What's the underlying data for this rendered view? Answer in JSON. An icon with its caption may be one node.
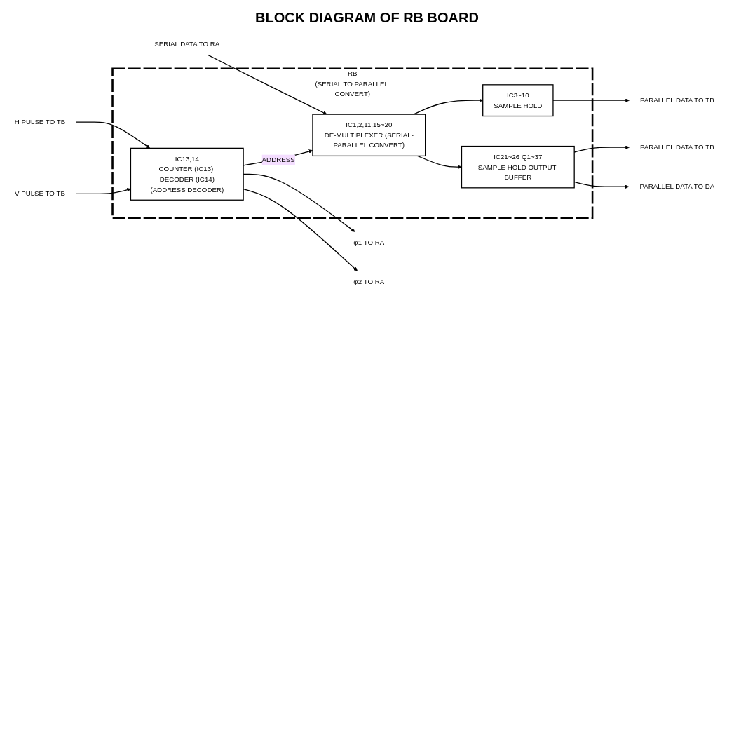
{
  "diagram": {
    "title": "BLOCK DIAGRAM OF RB BOARD",
    "nodes": [
      {
        "text": [
          "RB",
          "(SERIAL TO PARALLEL CONVERT)"
        ]
      },
      {
        "text": [
          "IC1,2,11,15~20",
          "DE-MULTIPLEXER (SERIAL-PARALLEL CONVERT)"
        ],
        "in": 0
      },
      {
        "text": [
          "IC3~10",
          "SAMPLE HOLD"
        ],
        "in": 0
      },
      {
        "text": [
          "IC21~26 Q1~37",
          "SAMPLE HOLD OUTPUT BUFFER"
        ],
        "in": 0
      },
      {
        "text": [
          "IC13,14",
          "COUNTER (IC13) DECODER (IC14)",
          "(ADDRESS DECODER)"
        ],
        "in": 0
      },
      {
        "text": [
          "SERIAL DATA TO RA"
        ]
      },
      {
        "text": [
          "PARALLEL DATA TO TB"
        ]
      },
      {
        "text": [
          "PARALLEL DATA TO TB"
        ]
      },
      {
        "text": [
          "PARALLEL DATA TO DA"
        ]
      },
      {
        "text": [
          "φ1 TO RA"
        ]
      },
      {
        "text": [
          "φ2 TO RA"
        ]
      },
      {
        "text": [
          "H PULSE TO TB"
        ]
      },
      {
        "text": [
          "V PULSE TO TB"
        ]
      }
    ],
    "edges": [
      {
        "from": 5,
        "to": 1,
        "arrow": "to"
      },
      {
        "from": 1,
        "to": 2,
        "arrow": "to"
      },
      {
        "from": 2,
        "to": 6,
        "arrow": "to"
      },
      {
        "from": 1,
        "to": 3,
        "arrow": "to"
      },
      {
        "from": 3,
        "to": 7,
        "arrow": "to"
      },
      {
        "from": 3,
        "to": 8,
        "arrow": "to"
      },
      {
        "from": 4,
        "to": 1,
        "arrow": "to",
        "label": "ADDRESS"
      },
      {
        "from": 4,
        "to": 9,
        "arrow": "to"
      },
      {
        "from": 4,
        "to": 10,
        "arrow": "to"
      },
      {
        "from": 11,
        "to": 4,
        "arrow": "to"
      },
      {
        "from": 12,
        "to": 4,
        "arrow": "to"
      }
    ]
  }
}
